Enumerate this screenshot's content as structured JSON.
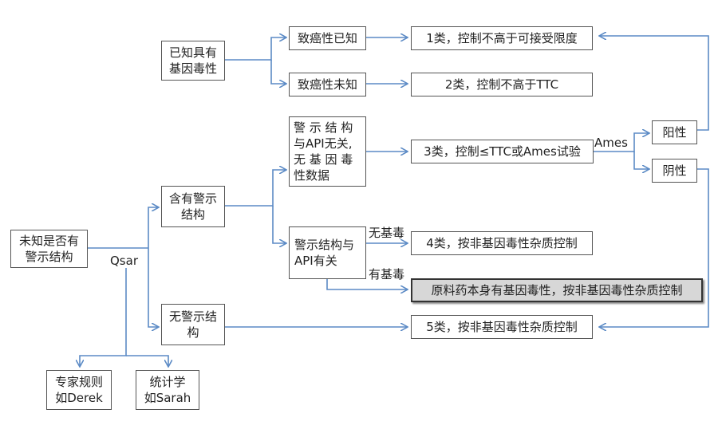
{
  "nodes": {
    "start": "未知是否有\n警示结构",
    "known_geno": "已知具有\n基因毒性",
    "carc_known": "致癌性已知",
    "carc_unknown": "致癌性未知",
    "class1": "1类，控制不高于可接受限度",
    "class2": "2类，控制不高于TTC",
    "alert_unrelated": "警 示 结 构\n与API无关,\n无 基 因 毒\n性数据",
    "class3": "3类，控制≤TTC或Ames试验",
    "positive": "阳性",
    "negative": "阴性",
    "has_alert": "含有警示\n结构",
    "alert_related": "警示结构与\nAPI有关",
    "class4": "4类，按非基因毒性杂质控制",
    "api_geno": "原料药本身有基因毒性，按非基因毒性杂质控制",
    "no_alert": "无警示结\n构",
    "class5": "5类，按非基因毒性杂质控制",
    "expert": "专家规则\n如Derek",
    "stats": "统计学\n如Sarah"
  },
  "labels": {
    "ames": "Ames",
    "no_geno": "无基毒",
    "has_geno": "有基毒",
    "qsar": "Qsar"
  },
  "colors": {
    "arrow": "#5b8ac5",
    "border": "#555555",
    "highlight": "#d7d7d7"
  }
}
